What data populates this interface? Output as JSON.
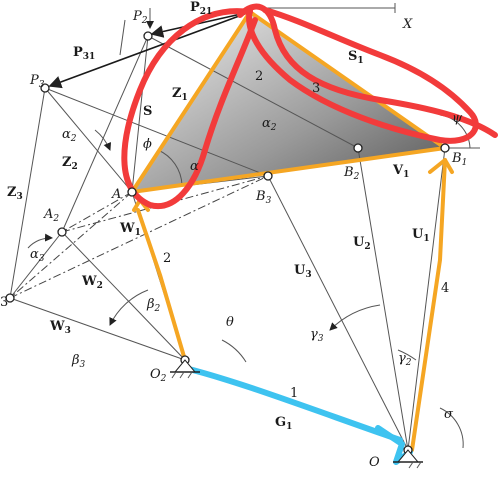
{
  "labels": {
    "P2": "P",
    "P2_sub": "2",
    "P21": "P",
    "P21_sub": "21",
    "X": "X",
    "P31": "P",
    "P31_sub": "31",
    "P3": "P",
    "P3_sub": "3",
    "S1": "S",
    "S1_sub": "1",
    "Z1": "Z",
    "Z1_sub": "1",
    "Z2": "Z",
    "Z2_sub": "2",
    "Z3": "Z",
    "Z3_sub": "3",
    "S": "S",
    "num2_top": "2",
    "num3": "3",
    "alpha2_top": "α",
    "alpha2_top_sub": "2",
    "alpha2_left": "α",
    "alpha2_left_sub": "2",
    "alpha_mid": "α",
    "alpha3": "α",
    "alpha3_sub": "3",
    "psi": "ψ",
    "phi": "ϕ",
    "A": "A",
    "A2": "A",
    "A2_sub": "2",
    "B1": "B",
    "B1_sub": "1",
    "B2": "B",
    "B2_sub": "2",
    "B3": "B",
    "B3_sub": "3",
    "V1": "V",
    "V1_sub": "1",
    "W1": "W",
    "W1_sub": "1",
    "W2": "W",
    "W2_sub": "2",
    "W3": "W",
    "W3_sub": "3",
    "U1": "U",
    "U1_sub": "1",
    "U2": "U",
    "U2_sub": "2",
    "U3": "U",
    "U3_sub": "3",
    "num2_link": "2",
    "num4": "4",
    "num1": "1",
    "beta2": "β",
    "beta2_sub": "2",
    "beta3": "β",
    "beta3_sub": "3",
    "theta": "θ",
    "gamma2": "γ",
    "gamma2_sub": "2",
    "gamma3": "γ",
    "gamma3_sub": "3",
    "sigma": "σ",
    "O2": "O",
    "O2_sub": "2",
    "O": "O",
    "G1": "G",
    "G1_sub": "1",
    "edge3": "3"
  },
  "colors": {
    "orange": "#f5a623",
    "red": "#f23b3b",
    "blue": "#3ec3f0",
    "ink": "#1a1a1a"
  }
}
